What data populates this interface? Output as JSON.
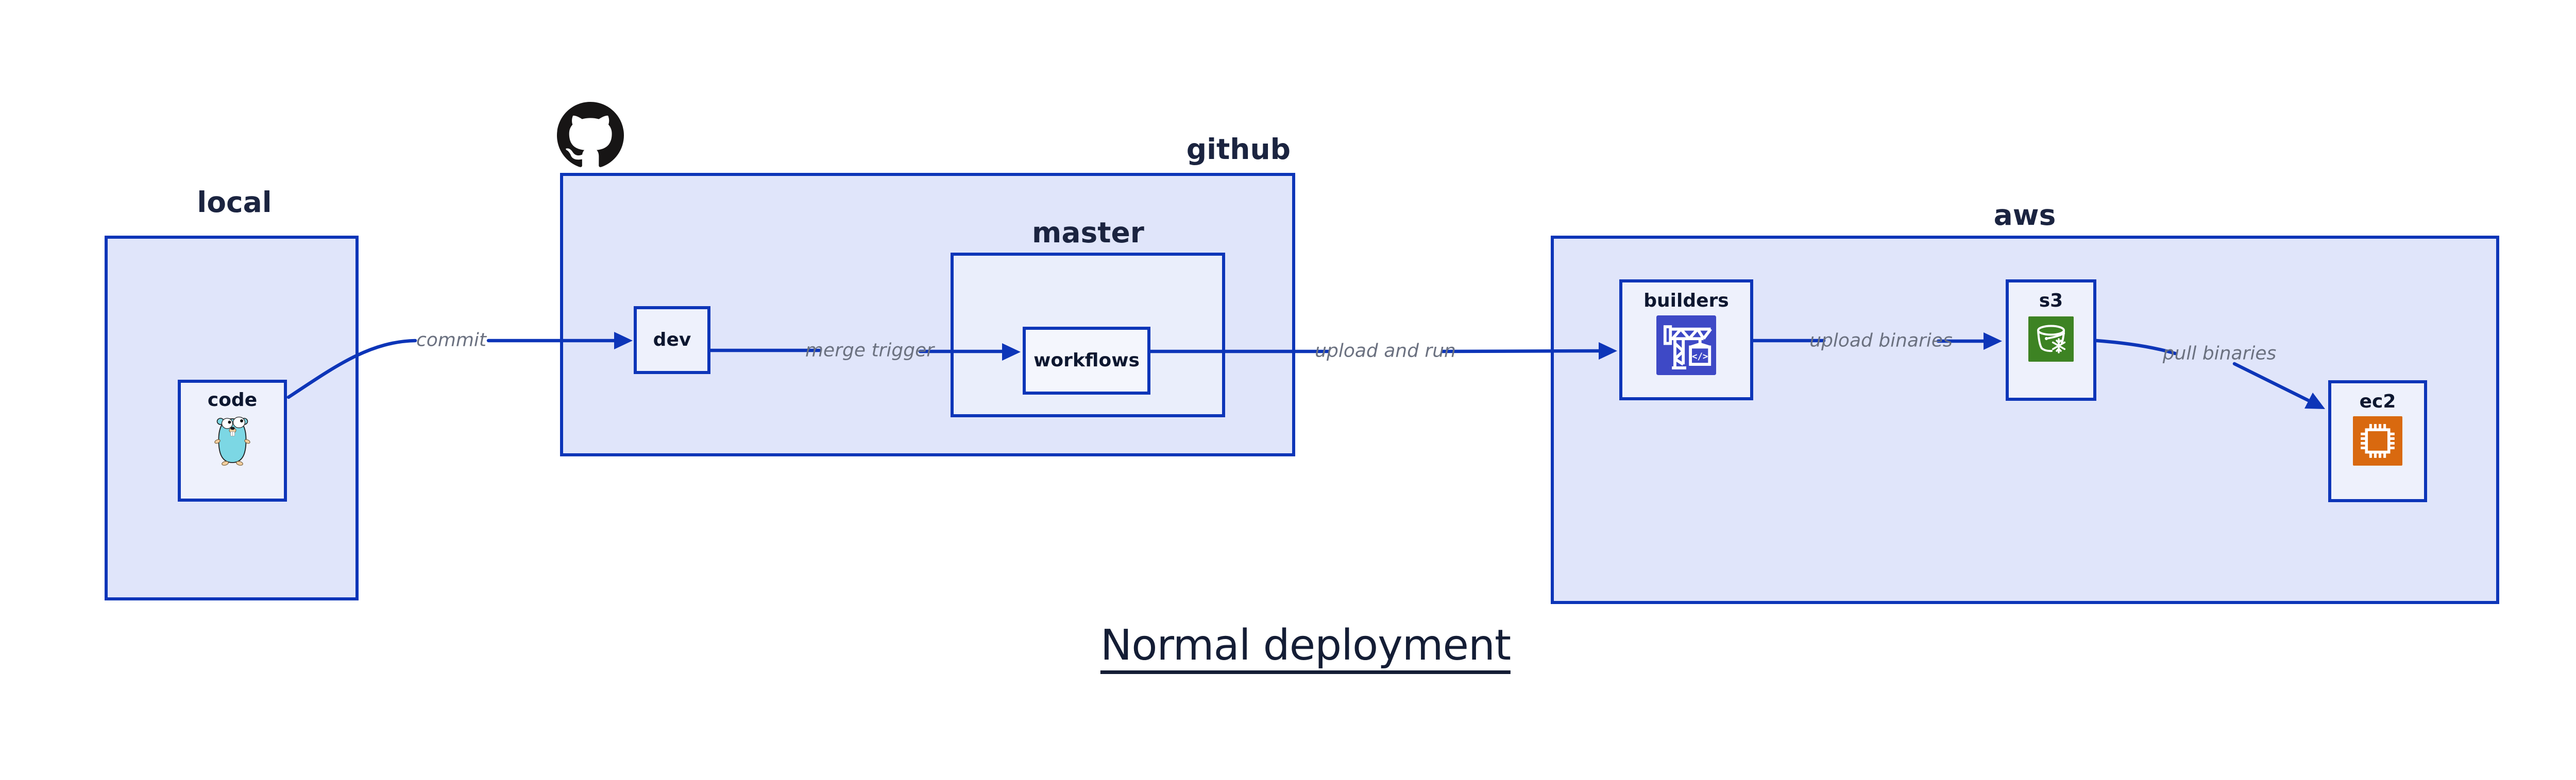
{
  "title": {
    "text": "Normal deployment"
  },
  "groups": {
    "local": {
      "label": "local"
    },
    "github": {
      "label": "github"
    },
    "master": {
      "label": "master"
    },
    "aws": {
      "label": "aws"
    }
  },
  "nodes": {
    "code": {
      "label": "code",
      "icon": "go-gopher-icon"
    },
    "dev": {
      "label": "dev"
    },
    "workflows": {
      "label": "workflows"
    },
    "builders": {
      "label": "builders",
      "icon": "codebuild-crane-icon",
      "code_glyph": "</>"
    },
    "s3": {
      "label": "s3",
      "icon": "s3-glacier-bucket-icon"
    },
    "ec2": {
      "label": "ec2",
      "icon": "ec2-chip-icon"
    }
  },
  "edges": {
    "commit": {
      "label": "commit",
      "from": "code",
      "to": "dev"
    },
    "merge_trigger": {
      "label": "merge trigger",
      "from": "dev",
      "to": "workflows"
    },
    "upload_and_run": {
      "label": "upload and run",
      "from": "workflows",
      "to": "builders"
    },
    "upload_binaries": {
      "label": "upload binaries",
      "from": "builders",
      "to": "s3"
    },
    "pull_binaries": {
      "label": "pull binaries",
      "from": "s3",
      "to": "ec2"
    }
  },
  "logos": {
    "github_mark": "github-octocat-logo"
  },
  "colors": {
    "stroke_blue": "#0d35b8",
    "group_fill": "#e0e5fa",
    "master_fill": "#eaeefb",
    "node_fill": "#eef1fc",
    "workflows_fill": "#f4f6fd",
    "edge_label_gray": "#6b7180",
    "heading_navy": "#1b2440",
    "title_navy": "#141d35",
    "codebuild_indigo": "#3e49c6",
    "s3_glacier_green": "#3d8323",
    "ec2_orange": "#d9690f",
    "github_black": "#171515",
    "gopher_teal": "#7cd7e4",
    "gopher_skin": "#f2cf9f"
  }
}
